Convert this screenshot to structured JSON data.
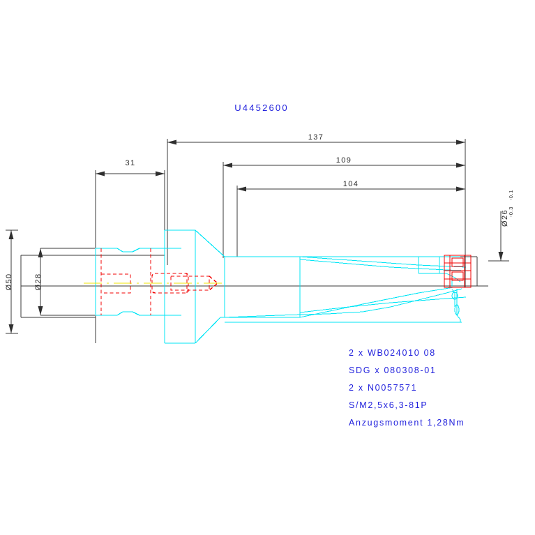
{
  "drawing": {
    "title": "U4452600",
    "background_color": "#ffffff",
    "colors": {
      "title": "#2222dd",
      "notes": "#2222dd",
      "dimension_line": "#3a3a3a",
      "body_outline": "#00e5f5",
      "hidden_detail": "#f20000",
      "centerline": "#f2e600"
    },
    "linear_dimensions": [
      {
        "id": "dim-31",
        "label": "31",
        "orientation": "horizontal"
      },
      {
        "id": "dim-137",
        "label": "137",
        "orientation": "horizontal"
      },
      {
        "id": "dim-109",
        "label": "109",
        "orientation": "horizontal"
      },
      {
        "id": "dim-104",
        "label": "104",
        "orientation": "horizontal"
      }
    ],
    "diameter_dimensions": [
      {
        "id": "dia-50",
        "label": "Ø50",
        "orientation": "vertical",
        "side": "left"
      },
      {
        "id": "dia-28",
        "label": "Ø28",
        "orientation": "vertical",
        "side": "left"
      },
      {
        "id": "dia-26",
        "label": "Ø26",
        "orientation": "vertical",
        "side": "right",
        "tolerance_upper": "-0.3",
        "tolerance_lower": "-0.1"
      }
    ],
    "notes": [
      "2 x WB024010 08",
      "SDG x 080308-01",
      "2 x N0057571",
      "S/M2,5x6,3-81P",
      "Anzugsmoment 1,28Nm"
    ]
  }
}
